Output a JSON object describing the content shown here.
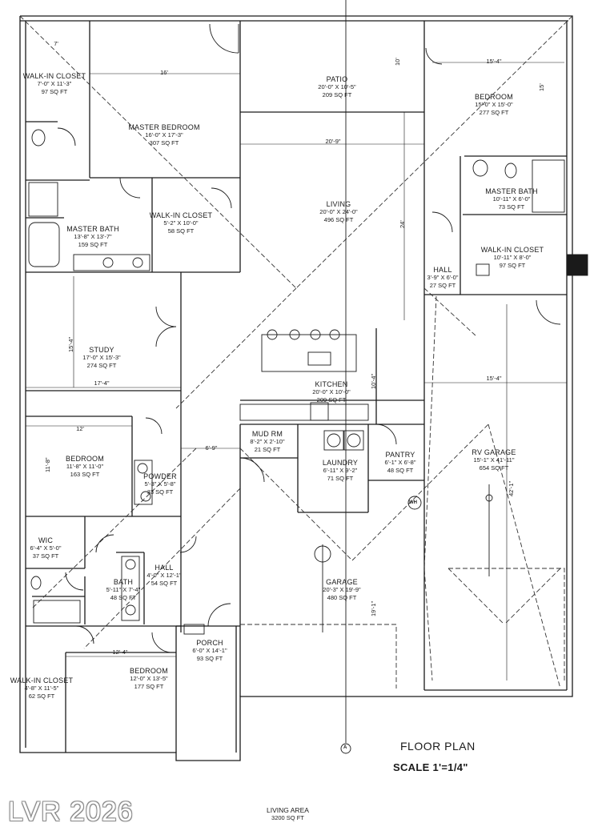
{
  "rooms": {
    "walk_in_closet_nw": {
      "name": "WALK-IN CLOSET",
      "dims": "7'-0\" X 11'-3\"",
      "area": "97 SQ FT"
    },
    "master_bedroom": {
      "name": "MASTER BEDROOM",
      "dims": "16'-0\" X 17'-3\"",
      "area": "307 SQ FT"
    },
    "patio": {
      "name": "PATIO",
      "dims": "20'-0\" X 10'-5\"",
      "area": "209 SQ FT"
    },
    "bedroom_ne": {
      "name": "BEDROOM",
      "dims": "15'-0\" X 15'-0\"",
      "area": "277 SQ FT"
    },
    "master_bath_w": {
      "name": "MASTER BATH",
      "dims": "13'-8\" X 13'-7\"",
      "area": "159 SQ FT"
    },
    "walk_in_closet_mid": {
      "name": "WALK-IN CLOSET",
      "dims": "5'-2\" X 10'-0\"",
      "area": "58 SQ FT"
    },
    "living": {
      "name": "LIVING",
      "dims": "20'-0\" X 24'-0\"",
      "area": "496 SQ FT"
    },
    "master_bath_e": {
      "name": "MASTER BATH",
      "dims": "10'-11\" X 6'-0\"",
      "area": "73 SQ FT"
    },
    "walk_in_closet_e": {
      "name": "WALK-IN CLOSET",
      "dims": "10'-11\" X 8'-0\"",
      "area": "97 SQ FT"
    },
    "hall_e": {
      "name": "HALL",
      "dims": "3'-9\" X 6'-0\"",
      "area": "27 SQ FT"
    },
    "study": {
      "name": "STUDY",
      "dims": "17'-0\" X 15'-3\"",
      "area": "274 SQ FT"
    },
    "kitchen": {
      "name": "KITCHEN",
      "dims": "20'-0\" X 10'-0\"",
      "area": "209 SQ FT"
    },
    "bedroom_w": {
      "name": "BEDROOM",
      "dims": "11'-8\" X 11'-0\"",
      "area": "163 SQ FT"
    },
    "mud_rm": {
      "name": "MUD RM",
      "dims": "8'-2\" X 2'-10\"",
      "area": "21 SQ FT"
    },
    "laundry": {
      "name": "LAUNDRY",
      "dims": "6'-11\" X 9'-2\"",
      "area": "71 SQ FT"
    },
    "pantry": {
      "name": "PANTRY",
      "dims": "6'-1\" X 6'-8\"",
      "area": "48 SQ FT"
    },
    "rv_garage": {
      "name": "RV GARAGE",
      "dims": "15'-1\" X 41'-11\"",
      "area": "654 SQ FT"
    },
    "powder": {
      "name": "POWDER",
      "dims": "5'-3\" X 5'-8\"",
      "area": "33 SQ FT"
    },
    "wic": {
      "name": "WIC",
      "dims": "6'-4\" X 5'-0\"",
      "area": "37 SQ FT"
    },
    "hall_w": {
      "name": "HALL",
      "dims": "4'-0\" X 12'-1\"",
      "area": "54 SQ FT"
    },
    "bath": {
      "name": "BATH",
      "dims": "5'-11\" X 7'-4\"",
      "area": "48 SQ FT"
    },
    "garage": {
      "name": "GARAGE",
      "dims": "20'-3\" X 19'-9\"",
      "area": "480 SQ FT"
    },
    "porch": {
      "name": "PORCH",
      "dims": "6'-0\" X 14'-1\"",
      "area": "93 SQ FT"
    },
    "walk_in_closet_sw": {
      "name": "WALK-IN CLOSET",
      "dims": "4'-8\" X 11'-5\"",
      "area": "62 SQ FT"
    },
    "bedroom_s": {
      "name": "BEDROOM",
      "dims": "12'-0\" X 13'-5\"",
      "area": "177 SQ FT"
    }
  },
  "dimensions": {
    "d7": "7'",
    "d16": "16'",
    "d10": "10'",
    "d15_4_top": "15'-4\"",
    "d15": "15'",
    "d20_9": "20'-9\"",
    "d24": "24'",
    "d15_4_study": "15'-4\"",
    "d17_4": "17'-4\"",
    "d10_4": "10'-4\"",
    "d15_4_rv": "15'-4\"",
    "d12": "12'",
    "d11_8": "11'-8\"",
    "d6_9": "6'-9\"",
    "d42_1": "42'-1\"",
    "d12_4": "12'-4\"",
    "d19_1": "19'-1\""
  },
  "markers": {
    "wh": "WH",
    "grid_a": "A"
  },
  "footer": {
    "title": "FLOOR PLAN",
    "scale": "SCALE 1'=1/4\"",
    "living_area_label": "LIVING AREA",
    "living_area_value": "3200 SQ FT"
  },
  "watermark": "LVR 2026",
  "colors": {
    "line": "#1a1a1a",
    "dashed": "#333333",
    "paper": "#ffffff",
    "watermark_outline": "#8a8a8a"
  }
}
